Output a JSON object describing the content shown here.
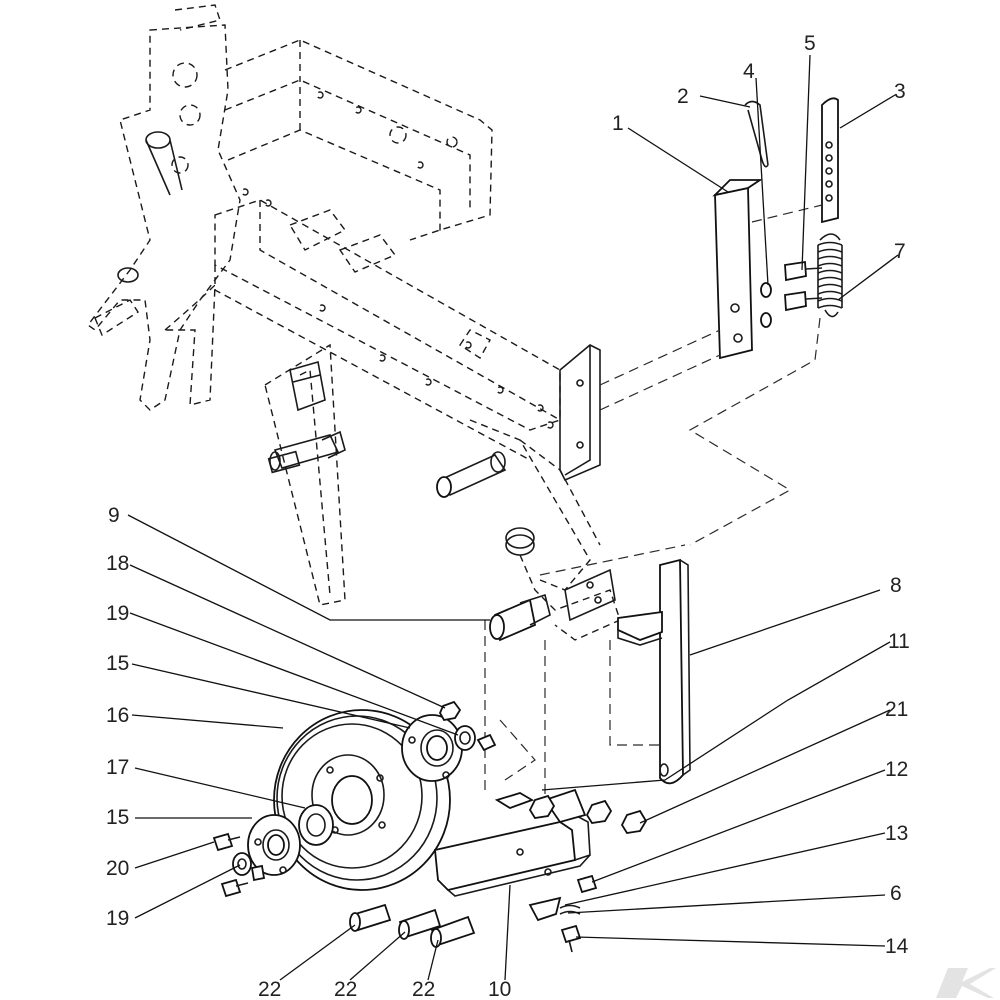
{
  "diagram": {
    "callouts": [
      {
        "id": "c1",
        "label": "1"
      },
      {
        "id": "c2",
        "label": "2"
      },
      {
        "id": "c3",
        "label": "3"
      },
      {
        "id": "c4",
        "label": "4"
      },
      {
        "id": "c5",
        "label": "5"
      },
      {
        "id": "c7",
        "label": "7"
      },
      {
        "id": "c8",
        "label": "8"
      },
      {
        "id": "c9",
        "label": "9"
      },
      {
        "id": "c18",
        "label": "18"
      },
      {
        "id": "c19a",
        "label": "19"
      },
      {
        "id": "c15a",
        "label": "15"
      },
      {
        "id": "c16",
        "label": "16"
      },
      {
        "id": "c11",
        "label": "11"
      },
      {
        "id": "c21",
        "label": "21"
      },
      {
        "id": "c17",
        "label": "17"
      },
      {
        "id": "c12",
        "label": "12"
      },
      {
        "id": "c15b",
        "label": "15"
      },
      {
        "id": "c13",
        "label": "13"
      },
      {
        "id": "c20",
        "label": "20"
      },
      {
        "id": "c6",
        "label": "6"
      },
      {
        "id": "c19b",
        "label": "19"
      },
      {
        "id": "c14",
        "label": "14"
      },
      {
        "id": "c22a",
        "label": "22"
      },
      {
        "id": "c22b",
        "label": "22"
      },
      {
        "id": "c22c",
        "label": "22"
      },
      {
        "id": "c10",
        "label": "10"
      }
    ]
  },
  "watermark": "K"
}
